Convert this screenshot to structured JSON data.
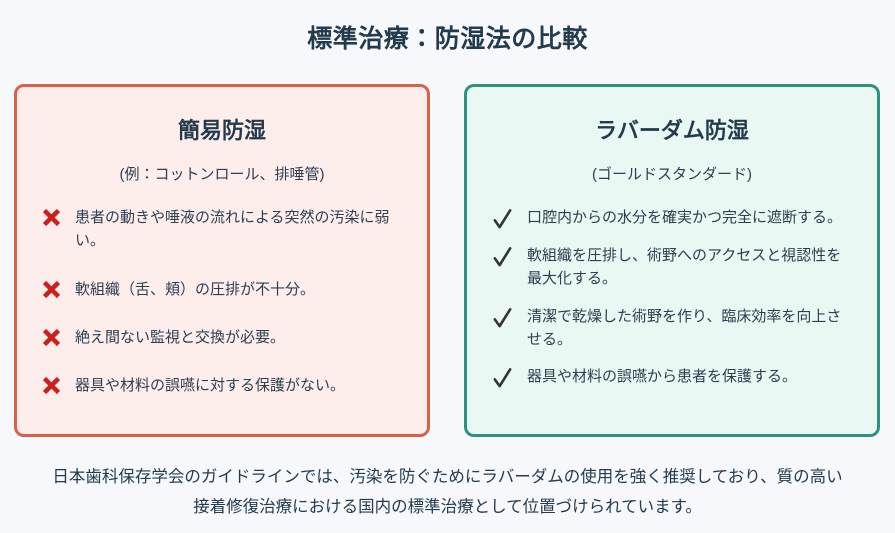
{
  "title": "標準治療：防湿法の比較",
  "colors": {
    "page_bg": "#f7f8fc",
    "heading": "#243b4d",
    "body_text": "#2c3e50",
    "left_bg": "#fdeeec",
    "left_border": "#d9604a",
    "right_bg": "#e9f8f2",
    "right_border": "#2e9182",
    "x_red": "#cc1f1f",
    "check_dark": "#333333"
  },
  "left_card": {
    "title": "簡易防湿",
    "subtitle": "(例：コットンロール、排唾管)",
    "icon": "x-mark",
    "items": [
      "患者の動きや唾液の流れによる突然の汚染に弱い。",
      "軟組織（舌、頬）の圧排が不十分。",
      "絶え間ない監視と交換が必要。",
      "器具や材料の誤嚥に対する保護がない。"
    ]
  },
  "right_card": {
    "title": "ラバーダム防湿",
    "subtitle": "(ゴールドスタンダード)",
    "icon": "check-mark",
    "items": [
      "口腔内からの水分を確実かつ完全に遮断する。",
      "軟組織を圧排し、術野へのアクセスと視認性を最大化する。",
      "清潔で乾燥した術野を作り、臨床効率を向上させる。",
      "器具や材料の誤嚥から患者を保護する。"
    ]
  },
  "footer": "日本歯科保存学会のガイドラインでは、汚染を防ぐためにラバーダムの使用を強く推奨しており、質の高い接着修復治療における国内の標準治療として位置づけられています。"
}
